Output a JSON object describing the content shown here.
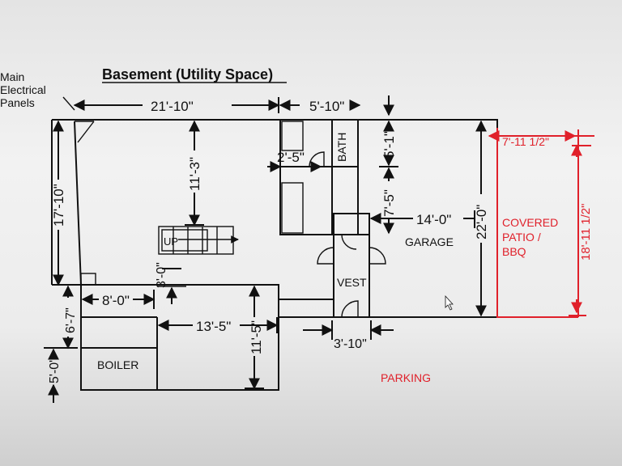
{
  "title": "Basement (Utility Space)",
  "callout": [
    "Main",
    "Electrical",
    "Panels"
  ],
  "rooms": {
    "bath": "BATH",
    "garage": "GARAGE",
    "vest": "VEST",
    "boiler": "BOILER",
    "up": "UP",
    "covered_patio": [
      "COVERED",
      "PATIO /",
      "BBQ"
    ],
    "parking": "PARKING"
  },
  "dimensions": {
    "d_21_10": "21'-10\"",
    "d_5_10": "5'-10\"",
    "d_7_11_half": "7'-11 1/2\"",
    "d_17_10": "17'-10\"",
    "d_11_3": "11'-3\"",
    "d_2_5": "2'-5\"",
    "d_5_1": "5'-1\"",
    "d_7_5": "7'-5\"",
    "d_14_0": "14'-0\"",
    "d_22_0": "22'-0\"",
    "d_18_11_half": "18'-11 1/2\"",
    "d_3_0": "3'-0\"",
    "d_8_0": "8'-0\"",
    "d_6_7": "6'-7\"",
    "d_13_5": "13'-5\"",
    "d_11_5": "11'-5\"",
    "d_5_0": "5'-0\"",
    "d_3_10": "3'-10\""
  },
  "colors": {
    "ink": "#111111",
    "red": "#e0202a",
    "paper": "#f0f0f0"
  }
}
